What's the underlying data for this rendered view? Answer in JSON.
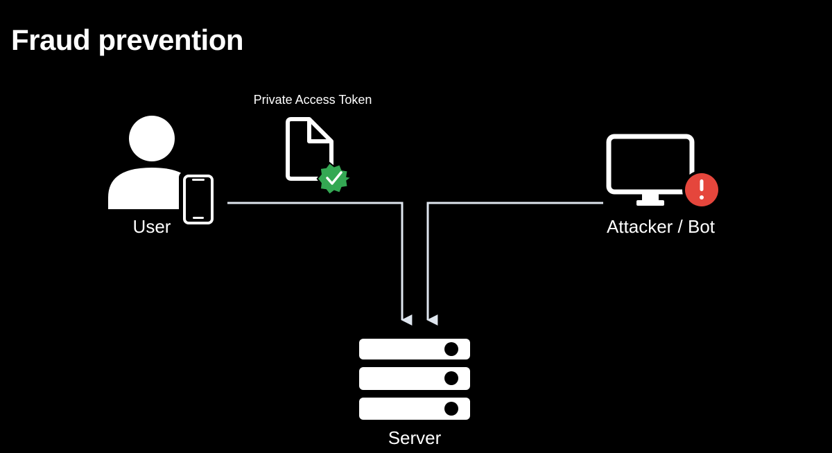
{
  "title": "Fraud prevention",
  "nodes": {
    "user": {
      "label": "User",
      "icon": "person-with-phone-icon"
    },
    "token": {
      "label": "Private Access Token",
      "icon": "document-with-checkmark-badge-icon"
    },
    "attacker": {
      "label": "Attacker / Bot",
      "icon": "monitor-with-alert-badge-icon"
    },
    "server": {
      "label": "Server",
      "icon": "server-stack-icon"
    }
  },
  "edges": [
    {
      "from": "user",
      "to": "server"
    },
    {
      "from": "attacker",
      "to": "server"
    }
  ],
  "colors": {
    "background": "#000000",
    "foreground": "#ffffff",
    "connector": "#dfe6ef",
    "verified_badge": "#34a853",
    "alert_badge": "#e5463c"
  }
}
